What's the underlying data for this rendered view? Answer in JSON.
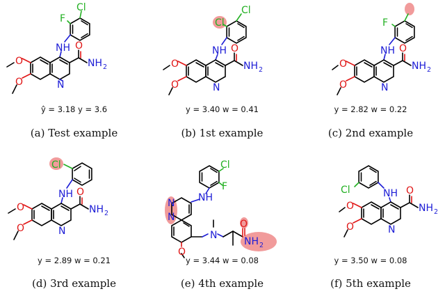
{
  "panels": [
    {
      "id": "a",
      "values": "ŷ = 3.18 y = 3.6",
      "caption": "(a) Test example"
    },
    {
      "id": "b",
      "values": "y = 3.40 w = 0.41",
      "caption": "(b) 1st example"
    },
    {
      "id": "c",
      "values": "y = 2.82 w = 0.22",
      "caption": "(c) 2nd example"
    },
    {
      "id": "d",
      "values": "y = 2.89 w = 0.21",
      "caption": "(d) 3rd example"
    },
    {
      "id": "e",
      "values": "y = 3.44 w = 0.08",
      "caption": "(e) 4th example"
    },
    {
      "id": "f",
      "values": "y = 3.50 w = 0.08",
      "caption": "(f) 5th example"
    }
  ],
  "atoms": {
    "cl": "Cl",
    "f": "F",
    "n": "N",
    "nh": "NH",
    "nh2": "NH",
    "sub2": "2",
    "o": "O"
  },
  "colors": {
    "carbon": "#000000",
    "nitrogen": "#1d1dd6",
    "oxygen": "#e01515",
    "halogen": "#22b022",
    "highlight": "#ee8a8a"
  }
}
